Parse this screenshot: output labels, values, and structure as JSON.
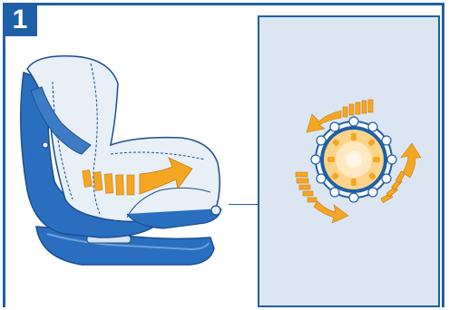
{
  "step": {
    "number": "1"
  },
  "colors": {
    "frame": "#1f5fa8",
    "panel_bg": "#dce6f2",
    "arrow": "#f5a623",
    "knob_center": "#fbd48a",
    "seat_fill": "#e8eff7",
    "seat_shell": "#2a6fbf"
  },
  "illustration": {
    "subject": "child-car-seat",
    "action": "rotate-recline-knob",
    "icons": [
      "car-seat-illustration",
      "rotate-arrow-icon",
      "recline-knob-icon",
      "rotate-clockwise-icon",
      "rotate-counterclockwise-icon"
    ]
  }
}
